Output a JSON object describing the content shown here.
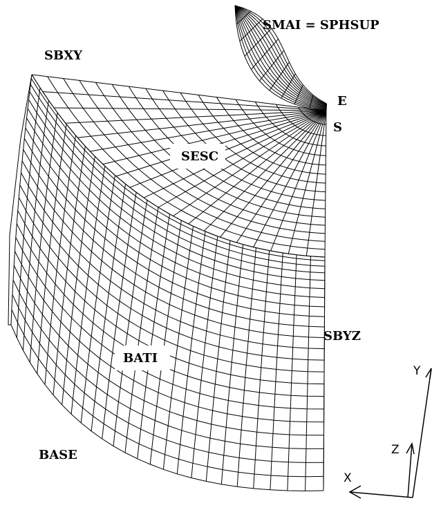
{
  "labels": {
    "smai": "SMAI = SPHSUP",
    "sbxy": "SBXY",
    "e": "E",
    "s": "S",
    "sesc": "SESC",
    "sbyz": "SBYZ",
    "bati": "BATI",
    "base": "BASE"
  },
  "axes": {
    "x": "X",
    "y": "Y",
    "z": "Z"
  },
  "colors": {
    "background": "#ffffff",
    "lines": "#000000"
  }
}
